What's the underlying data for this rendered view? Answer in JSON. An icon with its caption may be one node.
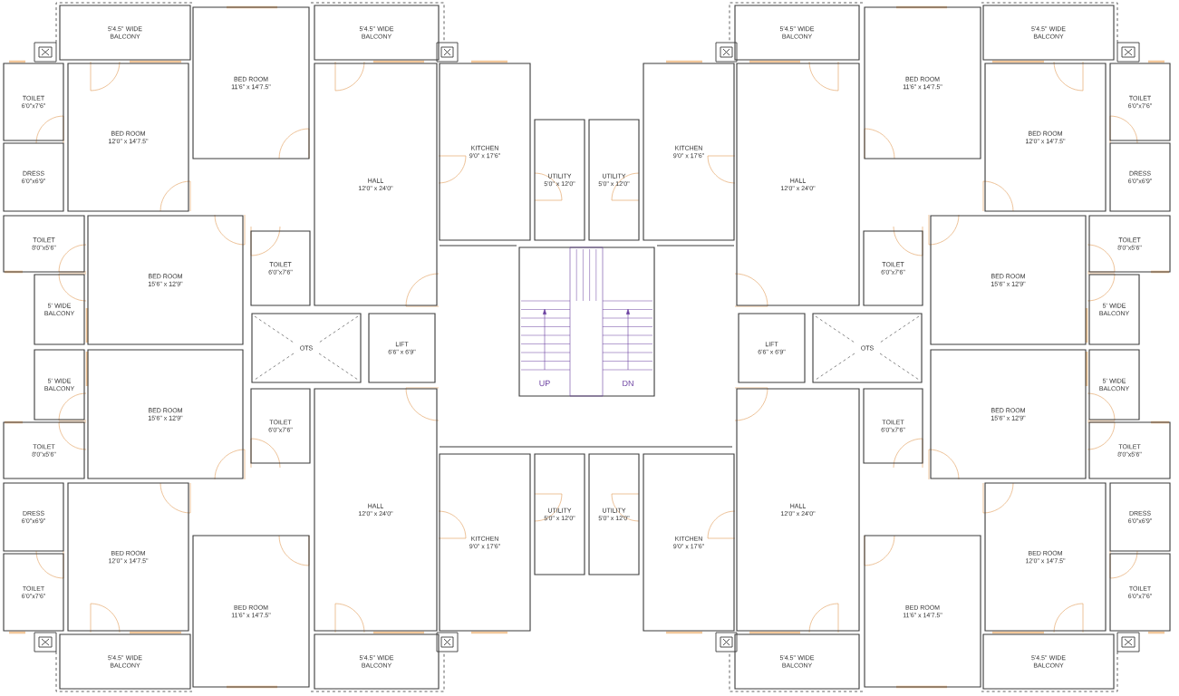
{
  "diagram": {
    "nodes": [
      {
        "text": [
          "5'4.5\" WIDE BALCONY"
        ]
      },
      {
        "text": [
          "BED ROOM",
          "11'6\" x 14'7.5\""
        ]
      },
      {
        "text": [
          "5'4.5\" WIDE BALCONY"
        ]
      },
      {
        "text": [
          "TOILET",
          "6'0\"x7'6\""
        ]
      },
      {
        "text": [
          "BED ROOM",
          "12'0\" x 14'7.5\""
        ]
      },
      {
        "text": [
          "KITCHEN",
          "9'0\" x 17'6\""
        ]
      },
      {
        "text": [
          "UTILITY",
          "5'0\" x 12'0\""
        ]
      },
      {
        "text": [
          "HALL",
          "12'0\" x 24'0\""
        ]
      },
      {
        "text": [
          "DRESS",
          "6'0\"x6'9\""
        ]
      },
      {
        "text": [
          "TOILET",
          "8'0\"x5'6\""
        ]
      },
      {
        "text": [
          "BED ROOM",
          "15'6\" x 12'9\""
        ]
      },
      {
        "text": [
          "TOILET",
          "6'0\"x7'6\""
        ]
      },
      {
        "text": [
          "5' WIDE BALCONY"
        ]
      },
      {
        "text": [
          "5'4.5\" WIDE BALCONY"
        ]
      },
      {
        "text": [
          "BED ROOM",
          "11'6\" x 14'7.5\""
        ]
      },
      {
        "text": [
          "5'4.5\" WIDE BALCONY"
        ]
      },
      {
        "text": [
          "TOILET",
          "6'0\"x7'6\""
        ]
      },
      {
        "text": [
          "BED ROOM",
          "12'0\" x 14'7.5\""
        ]
      },
      {
        "text": [
          "KITCHEN",
          "9'0\" x 17'6\""
        ]
      },
      {
        "text": [
          "UTILITY",
          "5'0\" x 12'0\""
        ]
      },
      {
        "text": [
          "HALL",
          "12'0\" x 24'0\""
        ]
      },
      {
        "text": [
          "DRESS",
          "6'0\"x6'9\""
        ]
      },
      {
        "text": [
          "TOILET",
          "8'0\"x5'6\""
        ]
      },
      {
        "text": [
          "BED ROOM",
          "15'6\" x 12'9\""
        ]
      },
      {
        "text": [
          "TOILET",
          "6'0\"x7'6\""
        ]
      },
      {
        "text": [
          "5' WIDE BALCONY"
        ]
      },
      {
        "text": [
          "OTS"
        ]
      },
      {
        "text": [
          "LIFT",
          "6'6\" x 6'9\""
        ]
      },
      {
        "text": [
          "LIFT",
          "6'6\" x 6'9\""
        ]
      },
      {
        "text": [
          "OTS"
        ]
      },
      {
        "text": [
          "5'4.5\" WIDE BALCONY"
        ]
      },
      {
        "text": [
          "BED ROOM",
          "11'6\" x 14'7.5\""
        ]
      },
      {
        "text": [
          "5'4.5\" WIDE BALCONY"
        ]
      },
      {
        "text": [
          "TOILET",
          "6'0\"x7'6\""
        ]
      },
      {
        "text": [
          "BED ROOM",
          "12'0\" x 14'7.5\""
        ]
      },
      {
        "text": [
          "KITCHEN",
          "9'0\" x 17'6\""
        ]
      },
      {
        "text": [
          "UTILITY",
          "5'0\" x 12'0\""
        ]
      },
      {
        "text": [
          "HALL",
          "12'0\" x 24'0\""
        ]
      },
      {
        "text": [
          "DRESS",
          "6'0\"x6'9\""
        ]
      },
      {
        "text": [
          "TOILET",
          "8'0\"x5'6\""
        ]
      },
      {
        "text": [
          "BED ROOM",
          "15'6\" x 12'9\""
        ]
      },
      {
        "text": [
          "TOILET",
          "6'0\"x7'6\""
        ]
      },
      {
        "text": [
          "5' WIDE BALCONY"
        ]
      },
      {
        "text": [
          "5'4.5\" WIDE BALCONY"
        ]
      },
      {
        "text": [
          "BED ROOM",
          "11'6\" x 14'7.5\""
        ]
      },
      {
        "text": [
          "5'4.5\" WIDE BALCONY"
        ]
      },
      {
        "text": [
          "TOILET",
          "6'0\"x7'6\""
        ]
      },
      {
        "text": [
          "BED ROOM",
          "12'0\" x 14'7.5\""
        ]
      },
      {
        "text": [
          "KITCHEN",
          "9'0\" x 17'6\""
        ]
      },
      {
        "text": [
          "UTILITY",
          "5'0\" x 12'0\""
        ]
      },
      {
        "text": [
          "HALL",
          "12'0\" x 24'0\""
        ]
      },
      {
        "text": [
          "DRESS",
          "6'0\"x6'9\""
        ]
      },
      {
        "text": [
          "TOILET",
          "8'0\"x5'6\""
        ]
      },
      {
        "text": [
          "BED ROOM",
          "15'6\" x 12'9\""
        ]
      },
      {
        "text": [
          "TOILET",
          "6'0\"x7'6\""
        ]
      },
      {
        "text": [
          "5' WIDE BALCONY"
        ]
      }
    ],
    "labels": [
      "UP",
      "DN"
    ]
  }
}
